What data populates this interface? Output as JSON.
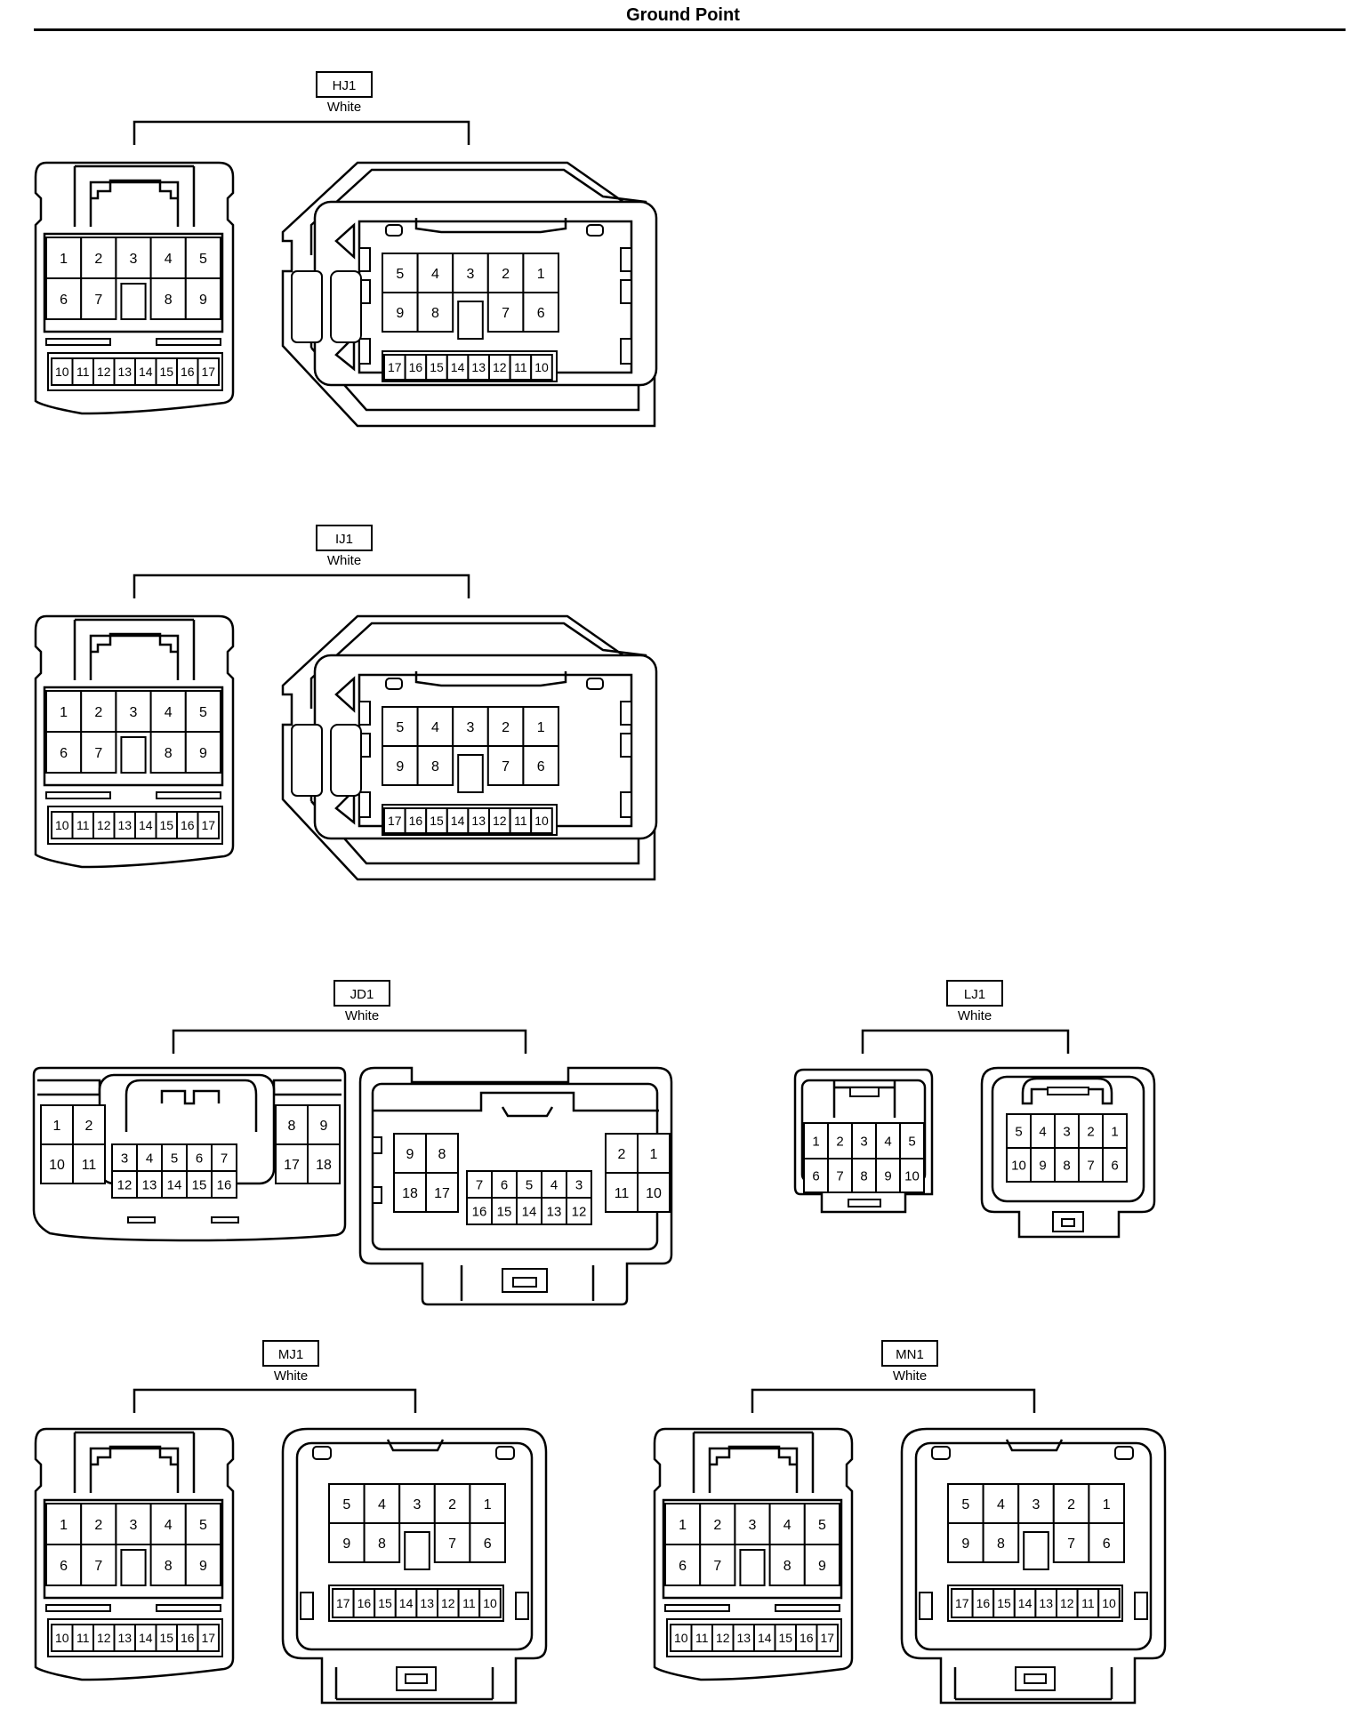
{
  "title": "Ground Point",
  "connectors": [
    {
      "id": "HJ1",
      "color": "White",
      "type": "pair17"
    },
    {
      "id": "IJ1",
      "color": "White",
      "type": "pair17"
    },
    {
      "id": "JD1",
      "color": "White",
      "type": "pair18"
    },
    {
      "id": "LJ1",
      "color": "White",
      "type": "pair10"
    },
    {
      "id": "MJ1",
      "color": "White",
      "type": "pair17b"
    },
    {
      "id": "MN1",
      "color": "White",
      "type": "pair17b"
    }
  ]
}
